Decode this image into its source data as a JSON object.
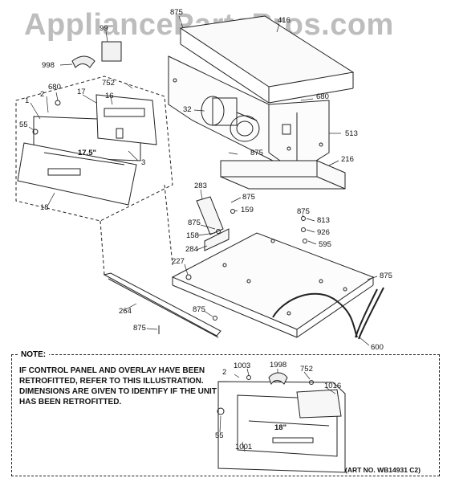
{
  "watermark": "AppliancePartsPros.com",
  "note": {
    "title": "NOTE:",
    "text": "IF CONTROL PANEL AND OVERLAY HAVE BEEN RETROFITTED, REFER TO THIS ILLUSTRATION. DIMENSIONS ARE GIVEN TO IDENTIFY IF THE UNIT HAS BEEN RETROFITTED.",
    "art_no": "(ART NO. WB14931 C2)"
  },
  "labels": {
    "p875_top": "875",
    "p416": "416",
    "p99": "99",
    "p998": "998",
    "p752": "752",
    "p680_left": "680",
    "p17": "17",
    "p16": "16",
    "p2": "2",
    "p1": "1",
    "p55": "55",
    "dim_175": "17.5\"",
    "p3": "3",
    "p18": "18",
    "p32": "32",
    "p680_right": "680",
    "p513": "513",
    "p875_mid": "875",
    "p216": "216",
    "p283": "283",
    "p875_a": "875",
    "p159": "159",
    "p875_b": "875",
    "p158": "158",
    "p284": "284",
    "p227": "227",
    "p875_c": "875",
    "p813": "813",
    "p926": "926",
    "p595": "595",
    "p875_d": "875",
    "p264": "264",
    "p875_e": "875",
    "p875_f": "875",
    "p600": "600",
    "n_1003": "1003",
    "n_2": "2",
    "n_1998": "1998",
    "n_752": "752",
    "n_1016": "1016",
    "n_55": "55",
    "n_dim": "18\"",
    "n_1001": "1001"
  }
}
